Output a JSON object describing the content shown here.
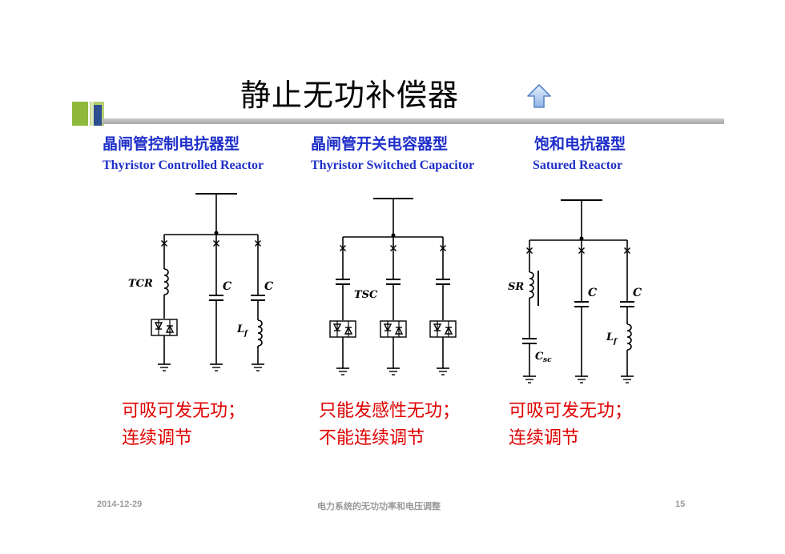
{
  "slide": {
    "title": "静止无功补偿器"
  },
  "columns": [
    {
      "cn_title": "晶闸管控制电抗器型",
      "en_title": "Thyristor Controlled Reactor",
      "note_line1": "可吸可发无功；",
      "note_line2": "连续调节",
      "labels": {
        "reactor": "TCR",
        "cap": "C",
        "cap2": "C",
        "inductor": "L",
        "inductor_sub": "f"
      }
    },
    {
      "cn_title": "晶闸管开关电容器型",
      "en_title": "Thyristor Switched Capacitor",
      "note_line1": "只能发感性无功；",
      "note_line2": "不能连续调节",
      "labels": {
        "device": "TSC"
      }
    },
    {
      "cn_title": "饱和电抗器型",
      "en_title": "Satured Reactor",
      "note_line1": "可吸可发无功；",
      "note_line2": "连续调节",
      "labels": {
        "reactor": "SR",
        "csc": "C",
        "csc_sub": "sc",
        "cap": "C",
        "cap2": "C",
        "inductor": "L",
        "inductor_sub": "f"
      }
    }
  ],
  "footer": {
    "date": "2014-12-29",
    "center": "电力系统的无功功率和电压调整",
    "page": "15"
  },
  "colors": {
    "heading": "#1f2fc9",
    "notes": "#e00000",
    "footer": "#9a9a9a",
    "logo_green": "#8fb93a",
    "logo_blue": "#2e4f8f"
  },
  "icons": {
    "nav": "up-arrow-icon",
    "logo": "slide-logo-icon"
  }
}
